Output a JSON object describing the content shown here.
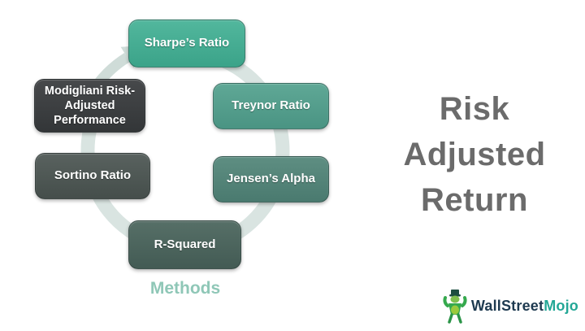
{
  "title": {
    "lines": [
      "Risk",
      "Adjusted",
      "Return"
    ],
    "color": "#6b6b6b"
  },
  "diagram": {
    "caption": "Methods",
    "caption_color": "#8fc7b7",
    "ring_color": "#d9e4e1",
    "arrow_color": "#cfdcd8",
    "nodes": [
      {
        "id": "sharpes-ratio",
        "label": "Sharpe’s Ratio",
        "color_top": "#52b79d",
        "color_bottom": "#3ba389"
      },
      {
        "id": "treynor-ratio",
        "label": "Treynor Ratio",
        "color_top": "#5fa896",
        "color_bottom": "#4a9483"
      },
      {
        "id": "jensens-alpha",
        "label": "Jensen’s Alpha",
        "color_top": "#5e8e82",
        "color_bottom": "#4a7a6f"
      },
      {
        "id": "r-squared",
        "label": "R-Squared",
        "color_top": "#566f67",
        "color_bottom": "#435b54"
      },
      {
        "id": "sortino-ratio",
        "label": "Sortino Ratio",
        "color_top": "#59625f",
        "color_bottom": "#454e4b"
      },
      {
        "id": "modigliani",
        "label": "Modigliani Risk-Adjusted Performance",
        "color_top": "#47494b",
        "color_bottom": "#333638"
      }
    ]
  },
  "logo": {
    "brand_primary": "WallStreet",
    "brand_secondary": "Mojo",
    "primary_color": "#1e3a50",
    "secondary_color": "#23a796",
    "mascot_green": "#35a94d"
  }
}
